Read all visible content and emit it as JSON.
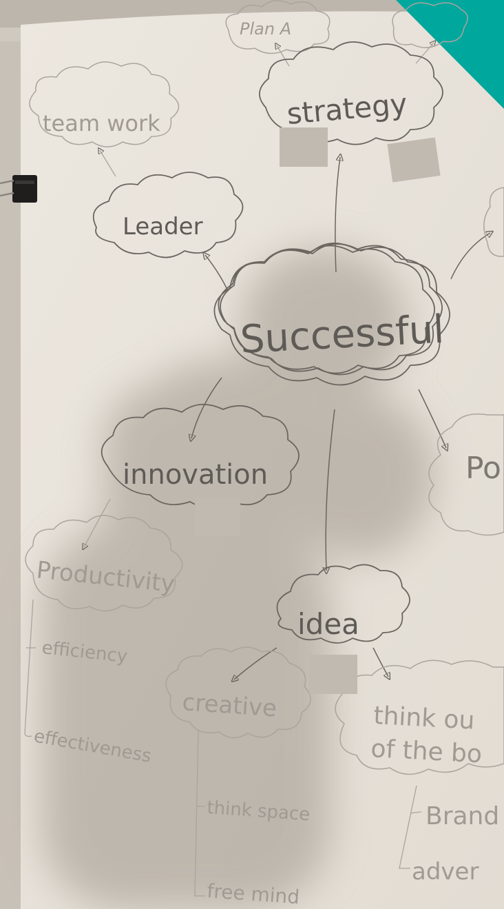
{
  "colors": {
    "paper": "#e9e4dc",
    "backdrop": "#cfc9c0",
    "ink_dark": "#5e5a55",
    "ink_light": "#a6a09a",
    "shadow": "#b9b2a8",
    "sticky_note": "#c1bab1",
    "corner_accent": "#00a79d"
  },
  "mindmap": {
    "center": "Successful",
    "plan_a": "Plan A",
    "strategy": "strategy",
    "team_work": "team work",
    "leader": "Leader",
    "innovation": "innovation",
    "productivity": "Productivity",
    "efficiency": "efficiency",
    "effectiveness": "effectiveness",
    "idea": "idea",
    "creative": "creative",
    "think_space": "think space",
    "free_mind": "free mind",
    "think_out_line1": "think ou",
    "think_out_line2": "of the bo",
    "branding": "Brand",
    "advertising": "adver",
    "positive": "Po"
  },
  "icons": {
    "binder_clip": "binder-clip-icon"
  }
}
